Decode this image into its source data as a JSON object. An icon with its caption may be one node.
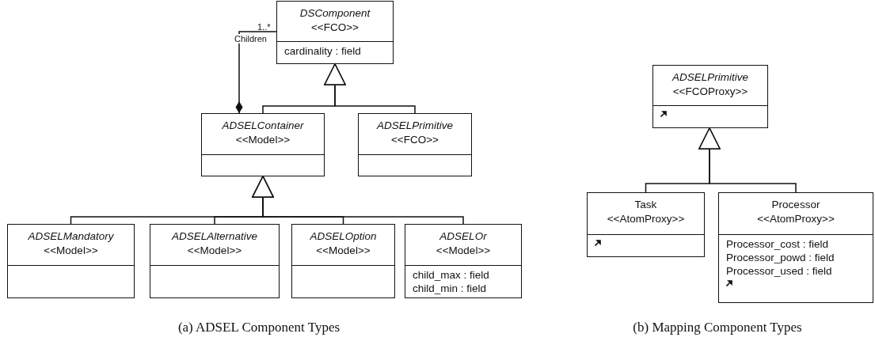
{
  "diagram": {
    "nodes": [
      {
        "text": [
          "DSComponent",
          "<<FCO>>",
          "cardinality : field"
        ]
      },
      {
        "text": [
          "ADSELContainer",
          "<<Model>>"
        ]
      },
      {
        "text": [
          "ADSELPrimitive",
          "<<FCO>>"
        ]
      },
      {
        "text": [
          "ADSELMandatory",
          "<<Model>>"
        ]
      },
      {
        "text": [
          "ADSELAlternative",
          "<<Model>>"
        ]
      },
      {
        "text": [
          "ADSELOption",
          "<<Model>>"
        ]
      },
      {
        "text": [
          "ADSELOr",
          "<<Model>>",
          "child_max : field",
          "child_min : field"
        ]
      },
      {
        "text": [
          "ADSELPrimitive",
          "<<FCOProxy>>"
        ]
      },
      {
        "text": [
          "Task",
          "<<AtomProxy>>"
        ]
      },
      {
        "text": [
          "Processor",
          "<<AtomProxy>>",
          "Processor_cost : field",
          "Processor_powd : field",
          "Processor_used : field"
        ]
      }
    ],
    "edges": [
      {
        "from": 0,
        "to": 1,
        "arrow": "other",
        "label": "Children"
      },
      {
        "from": 1,
        "to": 0,
        "arrow": "to"
      },
      {
        "from": 2,
        "to": 0,
        "arrow": "to"
      },
      {
        "from": 3,
        "to": 1,
        "arrow": "to"
      },
      {
        "from": 4,
        "to": 1,
        "arrow": "to"
      },
      {
        "from": 5,
        "to": 1,
        "arrow": "to"
      },
      {
        "from": 6,
        "to": 1,
        "arrow": "to"
      },
      {
        "from": 8,
        "to": 7,
        "arrow": "to"
      },
      {
        "from": 9,
        "to": 7,
        "arrow": "to"
      }
    ],
    "labels": [
      "1..*",
      "(a) ADSEL Component Types",
      "(b) Mapping Component Types"
    ]
  }
}
